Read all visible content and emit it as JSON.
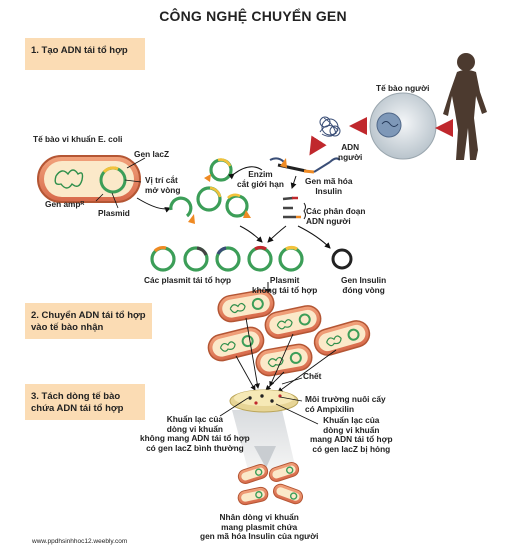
{
  "title": "CÔNG NGHỆ CHUYỂN GEN",
  "steps": {
    "s1": "1. Tạo ADN tái tổ hợp",
    "s2": "2. Chuyển ADN tái tổ hợp\nvào tế bào nhận",
    "s3": "3. Tách dòng tế bào\nchứa ADN tái tổ hợp"
  },
  "labels": {
    "human_cell": "Tế bào người",
    "human_dna": "ADN\nngười",
    "ecoli": "Tế bào vi khuẩn E. coli",
    "lacz": "Gen lacZ",
    "cut_site": "Vị trí cắt\nmở vòng",
    "ampr": "Gen ampᴿ",
    "plasmid": "Plasmid",
    "enzyme": "Enzim\ncắt giới hạn",
    "insulin_gene": "Gen mã hóa\nInsulin",
    "fragments": "Các phân đoạn\nADN người",
    "recomb": "Các plasmit tái tổ hợp",
    "plasmid_non": "Plasmit\nkhông tái tổ hợp",
    "ring_gene": "Gen Insulin\nđóng vòng",
    "dead": "Chết",
    "medium": "Môi trường nuôi cấy\ncó Ampixilin",
    "colony_left": "Khuẩn lạc của\ndòng vi khuẩn\nkhông mang ADN tái tổ hợp\ncó gen lacZ bình thường",
    "colony_right": "Khuẩn lạc của\ndòng vi khuẩn\nmang ADN tái tổ hợp\ncó gen lacZ bị hỏng",
    "result": "Nhân dòng vi khuẩn\nmang plasmit chứa\ngen mã hóa Insulin của người",
    "website": "www.ppdhsinhhoc12.weebly.com"
  }
}
